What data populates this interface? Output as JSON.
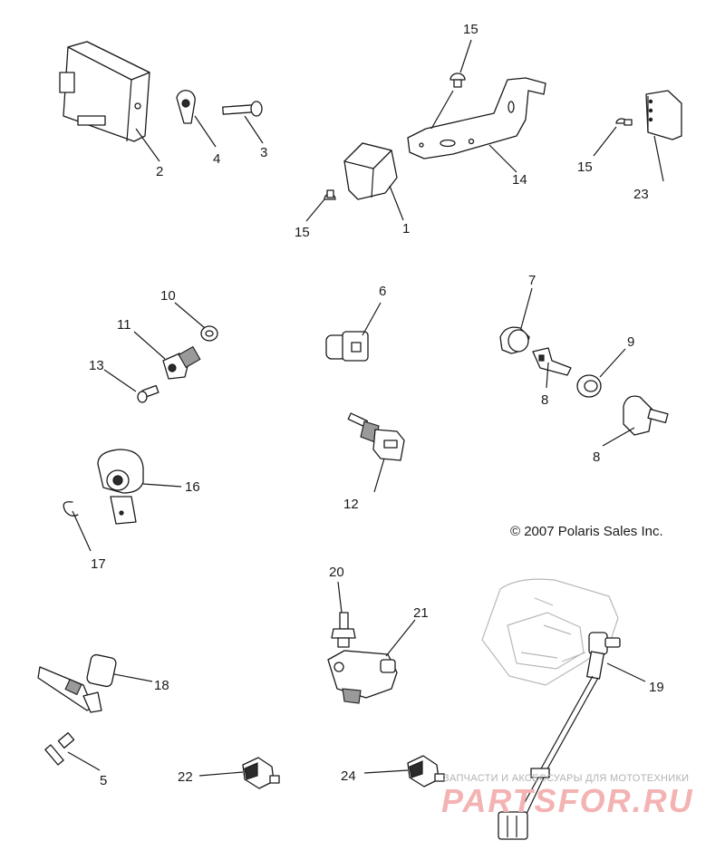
{
  "copyright": "© 2007 Polaris Sales Inc.",
  "watermark": {
    "caption": "ЗАПЧАСТИ И АКСЕССУАРЫ ДЛЯ МОТОТЕХНИКИ",
    "logo": "PARTSFOR.RU"
  },
  "callouts": {
    "c1": "1",
    "c2": "2",
    "c3": "3",
    "c4": "4",
    "c5": "5",
    "c6": "6",
    "c7": "7",
    "c8a": "8",
    "c8b": "8",
    "c9": "9",
    "c10": "10",
    "c11": "11",
    "c12": "12",
    "c13": "13",
    "c14": "14",
    "c15a": "15",
    "c15b": "15",
    "c15c": "15",
    "c16": "16",
    "c17": "17",
    "c18": "18",
    "c19": "19",
    "c20": "20",
    "c21": "21",
    "c22": "22",
    "c23": "23",
    "c24": "24"
  }
}
